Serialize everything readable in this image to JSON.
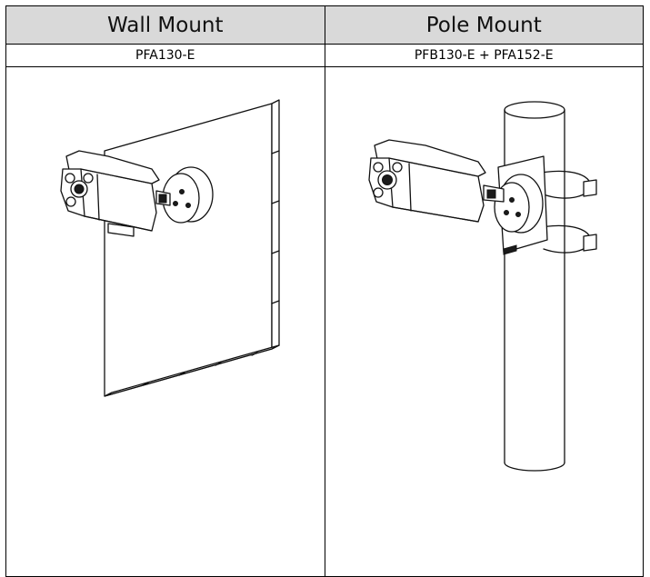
{
  "table": {
    "headers": [
      "Wall Mount",
      "Pole Mount"
    ],
    "models": [
      "PFA130-E",
      "PFB130-E + PFA152-E"
    ]
  },
  "figures": {
    "left": "wall-mounted-bullet-camera",
    "right": "pole-mounted-bullet-camera"
  }
}
